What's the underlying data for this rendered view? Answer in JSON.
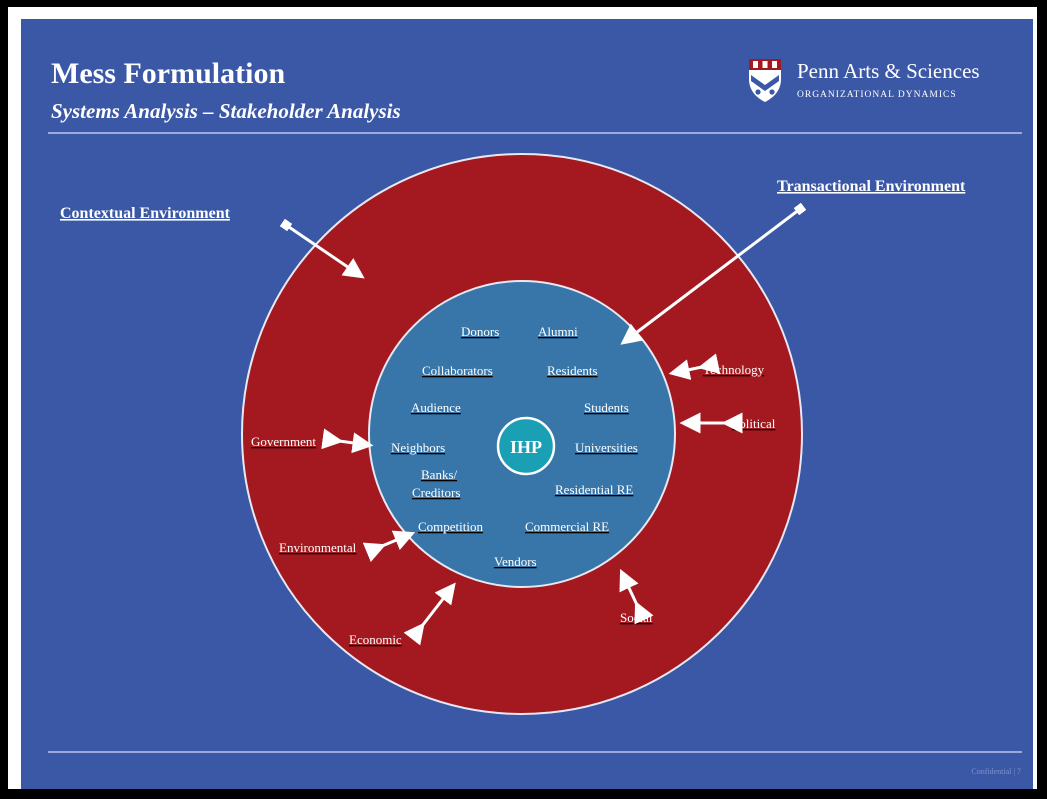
{
  "slide": {
    "title": "Mess Formulation",
    "subtitle": "Systems Analysis – Stakeholder Analysis",
    "logo": {
      "name": "Penn Arts & Sciences",
      "sub": "ORGANIZATIONAL DYNAMICS",
      "icon": "penn-shield-icon"
    },
    "footer": "Confidential | 7"
  },
  "diagram": {
    "contextual_label": "Contextual Environment",
    "transactional_label": "Transactional Environment",
    "center_label": "IHP",
    "colors": {
      "background": "#3b58a6",
      "outer_ring": "#a3191f",
      "inner_circle": "#3876a9",
      "center": "#1a9fb4"
    },
    "stakeholders": {
      "donors": "Donors",
      "alumni": "Alumni",
      "collaborators": "Collaborators",
      "residents": "Residents",
      "audience": "Audience",
      "students": "Students",
      "neighbors": "Neighbors",
      "universities": "Universities",
      "banks_line1": "Banks/",
      "banks_line2": "Creditors",
      "residential_re": "Residential RE",
      "competition": "Competition",
      "commercial_re": "Commercial RE",
      "vendors": "Vendors"
    },
    "forces": {
      "technology": "Technology",
      "political": "Political",
      "government": "Government",
      "environmental": "Environmental",
      "economic": "Economic",
      "social": "Social"
    }
  }
}
